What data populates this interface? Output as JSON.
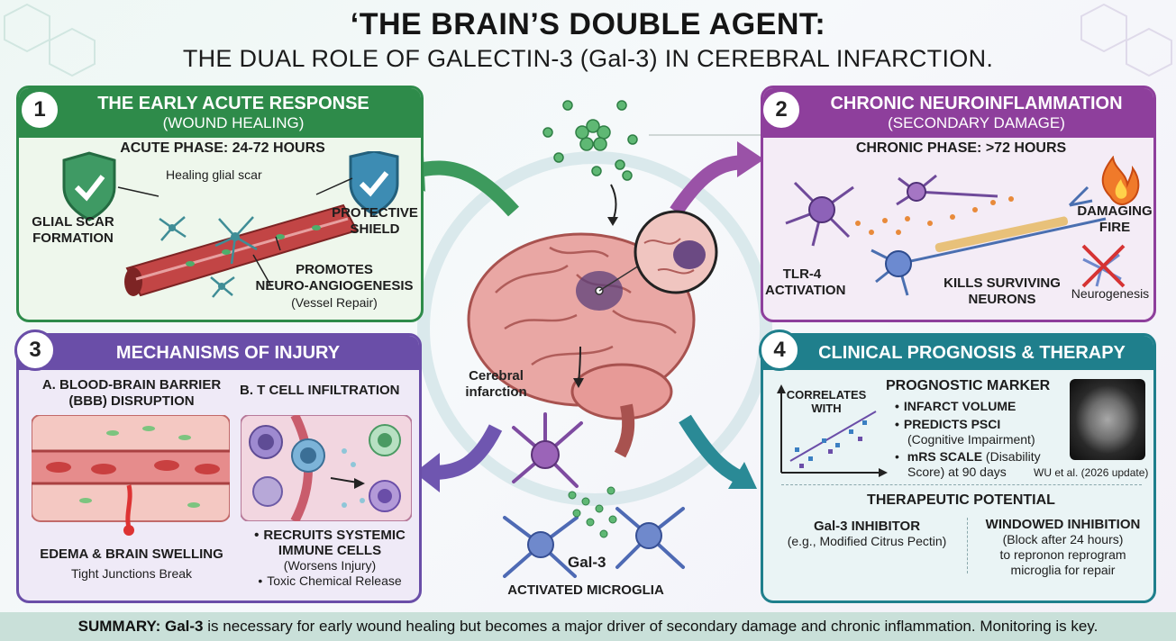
{
  "title": {
    "main": "‘THE BRAIN’S DOUBLE AGENT:",
    "sub": "THE DUAL ROLE OF GALECTIN-3 (Gal-3) IN CEREBRAL INFARCTION."
  },
  "panel1": {
    "number": "1",
    "title": "THE EARLY ACUTE RESPONSE",
    "subtitle": "(WOUND HEALING)",
    "phase": "ACUTE PHASE: 24-72 HOURS",
    "healing_label": "Healing glial scar",
    "glial_scar": [
      "GLIAL SCAR",
      "FORMATION"
    ],
    "protective_shield": [
      "PROTECTIVE",
      "SHIELD"
    ],
    "promotes": [
      "PROMOTES",
      "NEURO-ANGIOGENESIS"
    ],
    "vessel_repair": "(Vessel Repair)"
  },
  "panel2": {
    "number": "2",
    "title": "CHRONIC NEUROINFLAMMATION",
    "subtitle": "(SECONDARY DAMAGE)",
    "phase": "CHRONIC PHASE: >72 HOURS",
    "damaging_fire": [
      "DAMAGING",
      "FIRE"
    ],
    "tlr4": [
      "TLR-4",
      "ACTIVATION"
    ],
    "kills": [
      "KILLS SURVIVING",
      "NEURONS"
    ],
    "neurogenesis": "Neurogenesis"
  },
  "panel3": {
    "number": "3",
    "title": "MECHANISMS OF INJURY",
    "bbb_title": [
      "A. BLOOD-BRAIN BARRIER",
      "(BBB) DISRUPTION"
    ],
    "tcell_title": "B. T CELL INFILTRATION",
    "edema": "EDEMA & BRAIN SWELLING",
    "tight_junctions": "Tight Junctions Break",
    "recruits": [
      "RECRUITS SYSTEMIC",
      "IMMUNE CELLS"
    ],
    "worsens": "(Worsens Injury)",
    "toxic": "Toxic Chemical Release"
  },
  "panel4": {
    "number": "4",
    "title": "CLINICAL PROGNOSIS & THERAPY",
    "correlates": [
      "CORRELATES",
      "WITH"
    ],
    "prognostic_marker": "PROGNOSTIC MARKER",
    "infarct_volume": "INFARCT VOLUME",
    "predicts_psci": "PREDICTS PSCI",
    "cognitive": "(Cognitive Impairment)",
    "mrs_scale_bold": "mRS SCALE",
    "mrs_scale_rest": "(Disability",
    "mrs_score": "Score) at 90 days",
    "citation": "WU et al. (2026 update)",
    "therapeutic_potential": "THERAPEUTIC POTENTIAL",
    "inhibitor_title": "Gal-3 INHIBITOR",
    "inhibitor_example": "(e.g., Modified Citrus Pectin)",
    "windowed_title": "WINDOWED INHIBITION",
    "windowed_lines": [
      "(Block after 24 hours)",
      "to repronon reprogram",
      "microglia for repair"
    ]
  },
  "center": {
    "cerebral_infarction": [
      "Cerebral",
      "infarction"
    ],
    "gal3": "Gal-3",
    "activated_microglia": "ACTIVATED MICROGLIA"
  },
  "summary": {
    "lead": "SUMMARY:",
    "gal3": "Gal-3",
    "text": "is necessary for early wound healing but becomes a major driver of secondary damage and chronic inflammation. Monitoring is key."
  },
  "colors": {
    "panel1": "#2e8b4a",
    "panel2": "#8e3f9c",
    "panel3": "#6a4ea8",
    "panel4": "#1f7f8c",
    "gal3_green": "#3fa35b",
    "vessel_red": "#b53a3a"
  }
}
